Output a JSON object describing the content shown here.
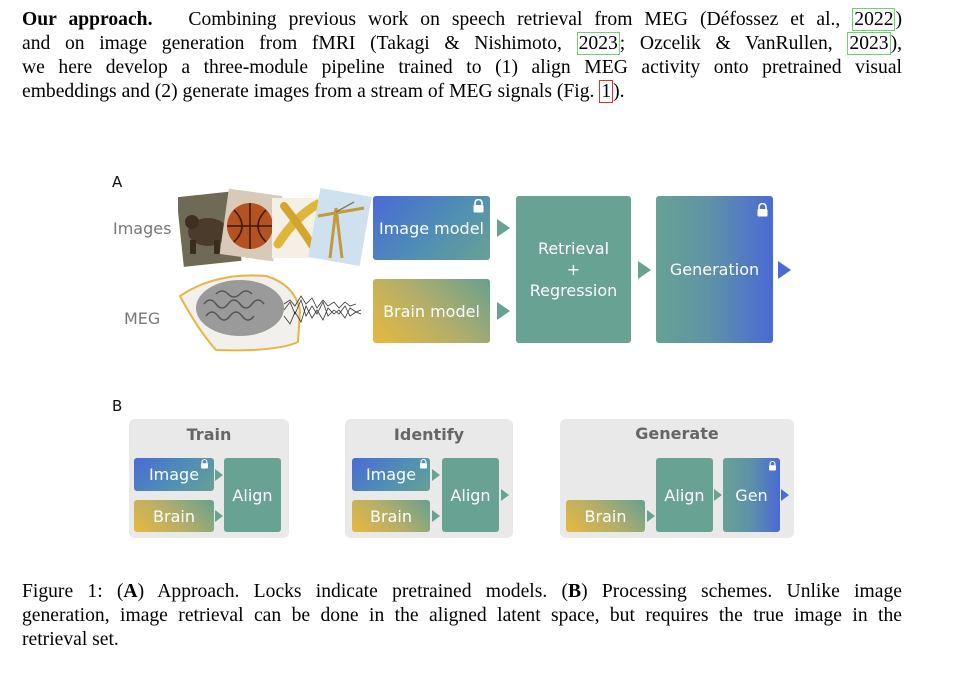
{
  "paragraph": {
    "heading": "Our approach.",
    "l1_a": "Combining previous work on speech retrieval from MEG (Défossez et al.,",
    "l1_cite": "2022",
    "l1_b": ")",
    "l2_a": "and on image generation from fMRI (Takagi & Nishimoto,",
    "l2_cite1": "2023",
    "l2_b": "; Ozcelik & VanRullen,",
    "l2_cite2": "2023",
    "l2_c": "),",
    "l3": "we here develop a three-module pipeline trained to (1) align MEG activity onto pretrained visual",
    "l4_a": "embeddings and (2) generate images from a stream of MEG signals (Fig.",
    "l4_ref": "1",
    "l4_b": ")."
  },
  "figure": {
    "panel_a": {
      "letter": "A",
      "images_label": "Images",
      "meg_label": "MEG",
      "image_model": "Image model",
      "brain_model": "Brain model",
      "retrieval": "Retrieval",
      "plus": "+",
      "regression": "Regression",
      "generation": "Generation"
    },
    "panel_b": {
      "letter": "B",
      "train": {
        "title": "Train",
        "image": "Image",
        "brain": "Brain",
        "align": "Align"
      },
      "identify": {
        "title": "Identify",
        "image": "Image",
        "brain": "Brain",
        "align": "Align"
      },
      "generate": {
        "title": "Generate",
        "brain": "Brain",
        "align": "Align",
        "gen": "Gen"
      }
    },
    "colors": {
      "teal": "#67a293",
      "blue": "#4a6ad6",
      "yellow": "#e9b83e",
      "panel_bg": "#e9e9e9"
    },
    "icons": [
      "lock-icon",
      "bear-image",
      "basketball-image",
      "banana-image",
      "crane-image",
      "brain-image",
      "meg-signal-image"
    ]
  },
  "caption": {
    "label": "Figure 1: (",
    "a": "A",
    "a_text": ") Approach. Locks indicate pretrained models. (",
    "b": "B",
    "b_text": ") Processing schemes. Unlike image",
    "l2": "generation, image retrieval can be done in the aligned latent space, but requires the true image in the",
    "l3": "retrieval set."
  }
}
